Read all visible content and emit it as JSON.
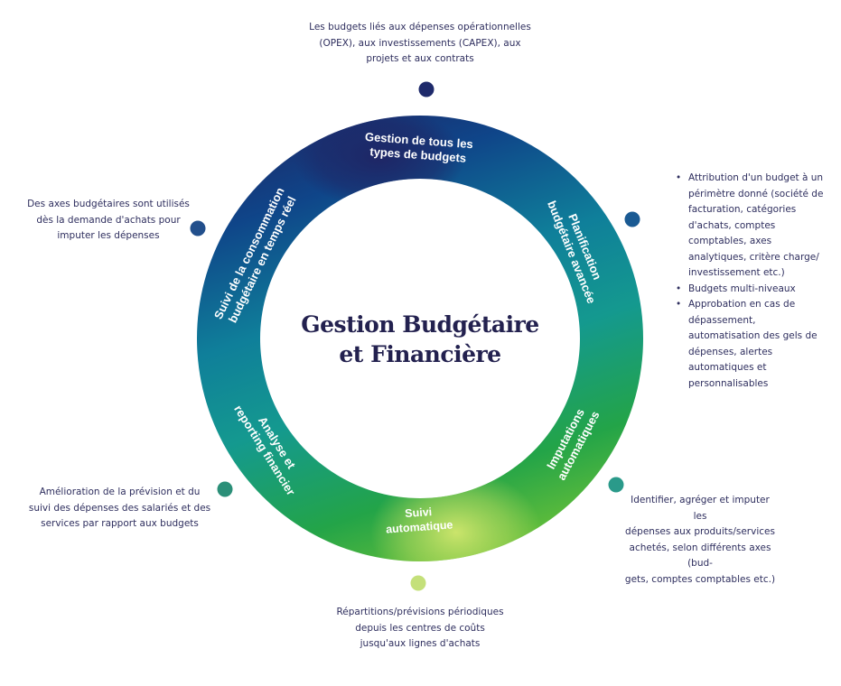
{
  "title": {
    "line1": "Gestion Budgétaire",
    "line2": "et Financière"
  },
  "segments": [
    {
      "id": "budgets",
      "lines": [
        "Gestion de tous les",
        "types de budgets"
      ]
    },
    {
      "id": "planification",
      "lines": [
        "Planification",
        "budgétaire avancée"
      ]
    },
    {
      "id": "imputations",
      "lines": [
        "Imputations",
        "automatiques"
      ]
    },
    {
      "id": "suivi-auto",
      "lines": [
        "Suivi",
        "automatique"
      ]
    },
    {
      "id": "analyse",
      "lines": [
        "Analyse et",
        "reporting financier"
      ]
    },
    {
      "id": "consommation",
      "lines": [
        "Suivi de la consommation",
        "budgétaire en temps réel"
      ]
    }
  ],
  "notes": {
    "top": [
      "Les budgets liés aux dépenses opérationnelles",
      "(OPEX), aux investissements (CAPEX), aux",
      "projets et aux contrats"
    ],
    "right_top": [
      "Attribution d'un budget à un périmètre donné (société de facturation, catégories d'achats, comptes comptables, axes analytiques, critère charge/ investissement etc.)",
      "Budgets multi-niveaux",
      "Approbation en cas de dépassement, automatisation des gels de dépenses, alertes automatiques et personnalisables"
    ],
    "right_bottom": [
      "Identifier, agréger et imputer les",
      "dépenses aux produits/services",
      "achetés, selon différents axes (bud-",
      "gets, comptes comptables etc.)"
    ],
    "bottom": [
      "Répartitions/prévisions périodiques",
      "depuis les centres de coûts",
      "jusqu'aux lignes d'achats"
    ],
    "left_bottom": [
      "Amélioration de la prévision et du",
      "suivi des dépenses des salariés et des",
      "services par rapport aux budgets"
    ],
    "left_top": [
      "Des axes budgétaires sont utilisés",
      "dès la demande d'achats pour",
      "imputer les dépenses"
    ]
  },
  "colors": {
    "dark_navy": "#1e2a6b",
    "blue": "#0d4a8f",
    "teal": "#14998f",
    "green": "#1fa54a",
    "lime": "#bfdd6a",
    "dot_teal": "#2a9a8a",
    "dot_green": "#2b8f78"
  },
  "dots": [
    {
      "name": "dot-top",
      "color": "#1e2a6b"
    },
    {
      "name": "dot-right-top",
      "color": "#1a5a93"
    },
    {
      "name": "dot-right-bottom",
      "color": "#2a9a8a"
    },
    {
      "name": "dot-bottom",
      "color": "#c4e07a"
    },
    {
      "name": "dot-left-bottom",
      "color": "#2b8f78"
    },
    {
      "name": "dot-left-top",
      "color": "#224f8c"
    }
  ]
}
